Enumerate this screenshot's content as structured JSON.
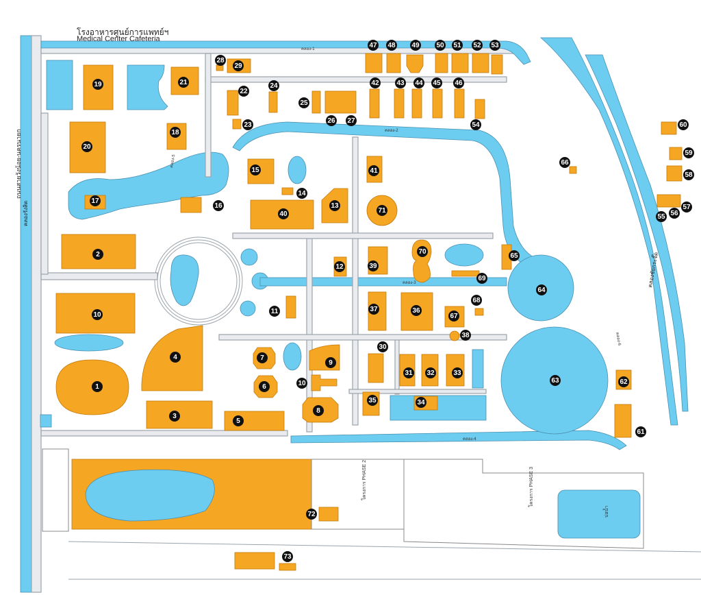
{
  "header": {
    "title_th": "โรงอาหารศูนย์การแพทย์ฯ",
    "title_en": "Medical Center Cafeteria"
  },
  "roads": {
    "left_vertical": "ถนนสายวังน้อย-นครนายก"
  },
  "canals": {
    "left_vertical": "คลองรังสิต",
    "right_vertical": "คลองชัยกระจิ๊ด",
    "small_labels": [
      "คลอง-1",
      "คลอง-2",
      "คลอง-3",
      "คลอง-4",
      "คลอง-5",
      "คลอง-6"
    ]
  },
  "areas": {
    "phase2": "โครงการ PHASE 2",
    "phase3": "โครงการ PHASE 3",
    "pond_label": "บ่อน้ำ"
  },
  "buildings": [
    "1",
    "2",
    "3",
    "4",
    "5",
    "6",
    "7",
    "8",
    "9",
    "10",
    "10",
    "11",
    "12",
    "13",
    "14",
    "15",
    "16",
    "17",
    "18",
    "19",
    "20",
    "21",
    "22",
    "23",
    "24",
    "25",
    "26",
    "27",
    "28",
    "29",
    "30",
    "31",
    "32",
    "33",
    "34",
    "35",
    "36",
    "37",
    "38",
    "39",
    "40",
    "41",
    "42",
    "43",
    "44",
    "45",
    "46",
    "47",
    "48",
    "49",
    "50",
    "51",
    "52",
    "53",
    "54",
    "55",
    "56",
    "57",
    "58",
    "59",
    "60",
    "61",
    "62",
    "63",
    "64",
    "65",
    "66",
    "67",
    "68",
    "69",
    "70",
    "71",
    "72",
    "73"
  ],
  "colors": {
    "building": "#f5a623",
    "water": "#6ccdf1",
    "road": "#e9ebee",
    "marker": "#111111"
  }
}
